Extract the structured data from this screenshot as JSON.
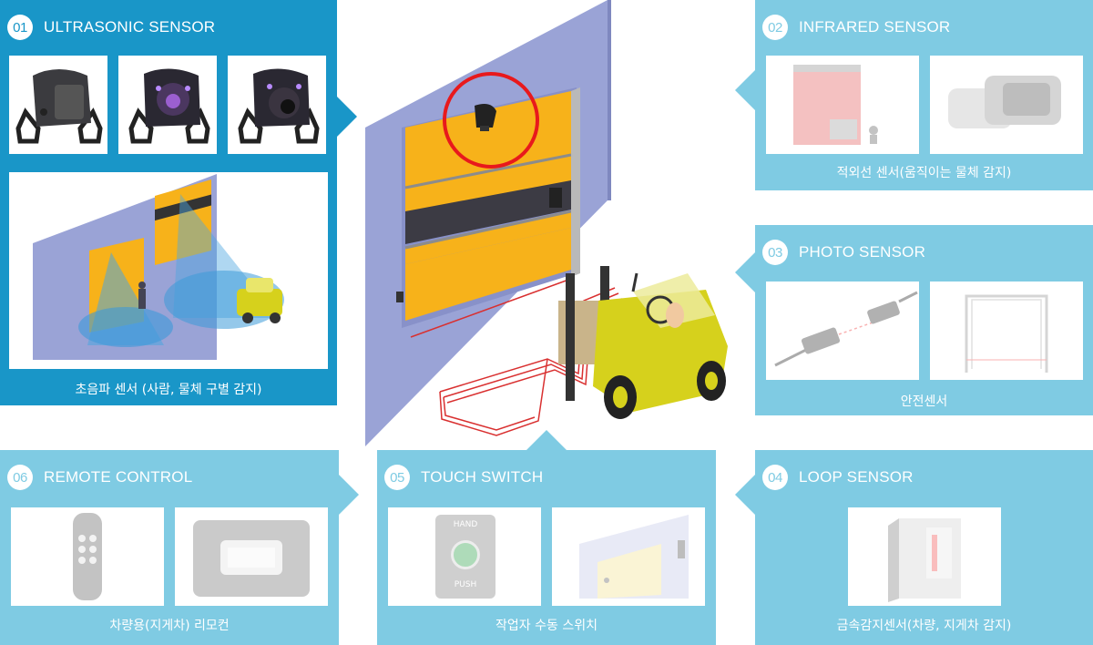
{
  "panels": {
    "ultrasonic": {
      "num": "01",
      "title": "ULTRASONIC SENSOR",
      "caption": "초음파 센서 (사람, 물체 구별 감지)"
    },
    "infrared": {
      "num": "02",
      "title": "INFRARED SENSOR",
      "caption": "적외선 센서(움직이는 물체 감지)"
    },
    "photo": {
      "num": "03",
      "title": "PHOTO SENSOR",
      "caption": "안전센서"
    },
    "loop": {
      "num": "04",
      "title": "LOOP SENSOR",
      "caption": "금속감지센서(차량, 지게차 감지)"
    },
    "touch": {
      "num": "05",
      "title": "TOUCH SWITCH",
      "caption": "작업자 수동 스위치",
      "switch_top": "HAND",
      "switch_bottom": "PUSH"
    },
    "remote": {
      "num": "06",
      "title": "REMOTE CONTROL",
      "caption": "차량용(지게차) 리모컨"
    }
  },
  "colors": {
    "active_panel": "#1996c8",
    "panel": "#7fcbe3",
    "door_wall": "#9aa3d6",
    "door_curtain": "#f7b21a",
    "highlight": "#e8191c",
    "loop_wire": "#d93030",
    "forklift": "#d6d11c"
  }
}
